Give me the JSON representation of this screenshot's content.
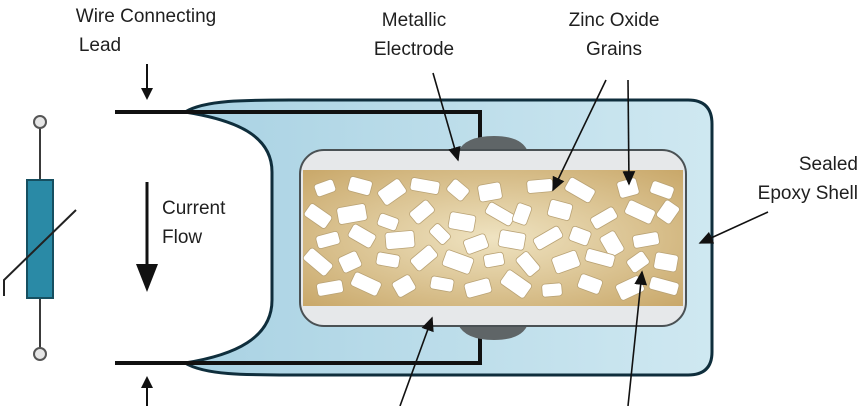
{
  "labels": {
    "wire_lead": [
      "Wire Connecting",
      "Lead"
    ],
    "electrode": [
      "Metallic",
      "Electrode"
    ],
    "zinc_grains": [
      "Zinc Oxide",
      "Grains"
    ],
    "epoxy": [
      "Sealed",
      "Epoxy Shell"
    ],
    "current": [
      "Current",
      "Flow"
    ]
  },
  "colors": {
    "epoxy_fill": "#b9dbe8",
    "epoxy_outline": "#0f2e3c",
    "electrode_fill": "#e6e8ea",
    "electrode_contact": "#5f6567",
    "zinc_body": "#d8c08a",
    "grain": "#ffffff",
    "symbol_resistor": "#2a8aa6",
    "lead_wire": "#111111"
  }
}
